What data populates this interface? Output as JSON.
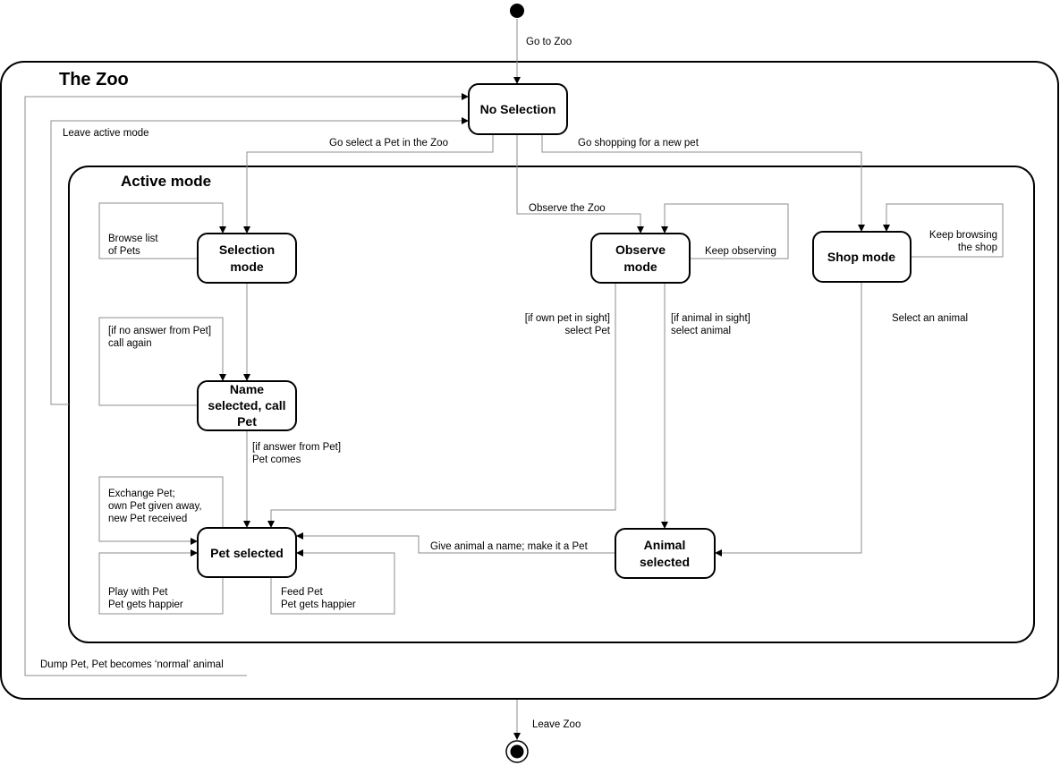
{
  "regions": {
    "zoo": "The Zoo",
    "active": "Active mode"
  },
  "states": {
    "no_selection": [
      "No Selection"
    ],
    "selection_mode": [
      "Selection",
      "mode"
    ],
    "observe_mode": [
      "Observe",
      "mode"
    ],
    "shop_mode": [
      "Shop mode"
    ],
    "name_selected": [
      "Name",
      "selected, call",
      "Pet"
    ],
    "pet_selected": [
      "Pet selected"
    ],
    "animal_selected": [
      "Animal",
      "selected"
    ]
  },
  "transitions": {
    "go_to_zoo": [
      "Go to Zoo"
    ],
    "leave_zoo": [
      "Leave Zoo"
    ],
    "leave_active": [
      "Leave active mode"
    ],
    "go_select": [
      "Go select a Pet in the Zoo"
    ],
    "go_shopping": [
      "Go shopping for a new pet"
    ],
    "observe_zoo": [
      "Observe the Zoo"
    ],
    "browse_list": [
      "Browse list",
      "of Pets"
    ],
    "keep_observing": [
      "Keep observing"
    ],
    "keep_browsing": [
      "Keep browsing",
      "the shop"
    ],
    "no_answer": [
      "[if no answer from Pet]",
      "call again"
    ],
    "own_pet": [
      "[if own pet in sight]",
      "select Pet"
    ],
    "animal_sight": [
      "[if animal in sight]",
      "select animal"
    ],
    "select_animal": [
      "Select an animal"
    ],
    "answer": [
      "[if answer from Pet]",
      "Pet comes"
    ],
    "exchange": [
      "Exchange Pet;",
      "own Pet given away,",
      "new Pet received"
    ],
    "give_name": [
      "Give animal a name; make it a Pet"
    ],
    "play": [
      "Play with Pet",
      "Pet gets happier"
    ],
    "feed": [
      "Feed Pet",
      "Pet gets happier"
    ],
    "dump": [
      "Dump Pet, Pet becomes ‘normal’ animal"
    ]
  }
}
